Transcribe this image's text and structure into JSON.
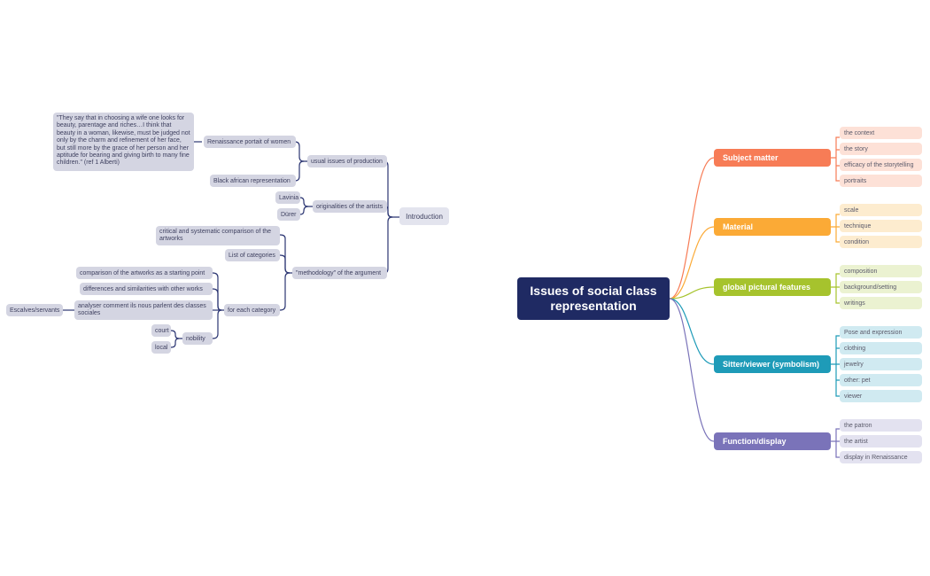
{
  "central_topic": "Issues of social class representation",
  "right_branches": [
    {
      "label": "Subject matter",
      "color": "#f77c56",
      "leaf_color": "#fde1d7",
      "children": [
        "the context",
        "the story",
        "efficacy of the storytelling",
        "portraits"
      ]
    },
    {
      "label": "Material",
      "color": "#fbaa36",
      "leaf_color": "#fdeccf",
      "children": [
        "scale",
        "technique",
        "condition"
      ]
    },
    {
      "label": "global pictural features",
      "color": "#a6c32d",
      "leaf_color": "#ebf2d1",
      "children": [
        "composition",
        "background/setting",
        "writings"
      ]
    },
    {
      "label": "Sitter/viewer (symbolism)",
      "color": "#1e9bb8",
      "leaf_color": "#d0eaf1",
      "children": [
        "Pose and expression",
        "clothing",
        "jewelry",
        "other: pet",
        "viewer"
      ]
    },
    {
      "label": "Function/display",
      "color": "#7a73b9",
      "leaf_color": "#e3e2f0",
      "children": [
        "the patron",
        "the artist",
        "display in Renaissance"
      ]
    }
  ],
  "left": {
    "introduction": "Introduction",
    "usual_issues": "usual issues of production",
    "renaissance_portrait": "Renaissance portait of women",
    "alberti_quote": "\"They say that in choosing a wife one looks for beauty, parentage and riches…I think that beauty in a woman, likewise, must be judged not only by the charm and refinement of her face, but still more by the grace of her person and her aptitude for bearing and giving birth to many fine children.\" (ref 1 Alberti)",
    "black_african": "Black african representation",
    "originalities": "originalities of the artists",
    "lavinia": "Lavinia",
    "durer": "Dürer",
    "methodology": "\"methodology\" of the argument",
    "critical_comparison": "critical and systematic comparison of the artworks",
    "list_categories": "List of categories",
    "for_each_category": "for each category",
    "comparison_start": "comparison of the artworks as a starting point",
    "differences": "differences and similarities with other works",
    "analyser": "analyser comment ils nous parlent des classes sociales",
    "escalves": "Escalves/servants",
    "nobility": "nobility",
    "court": "court",
    "local": "local"
  }
}
